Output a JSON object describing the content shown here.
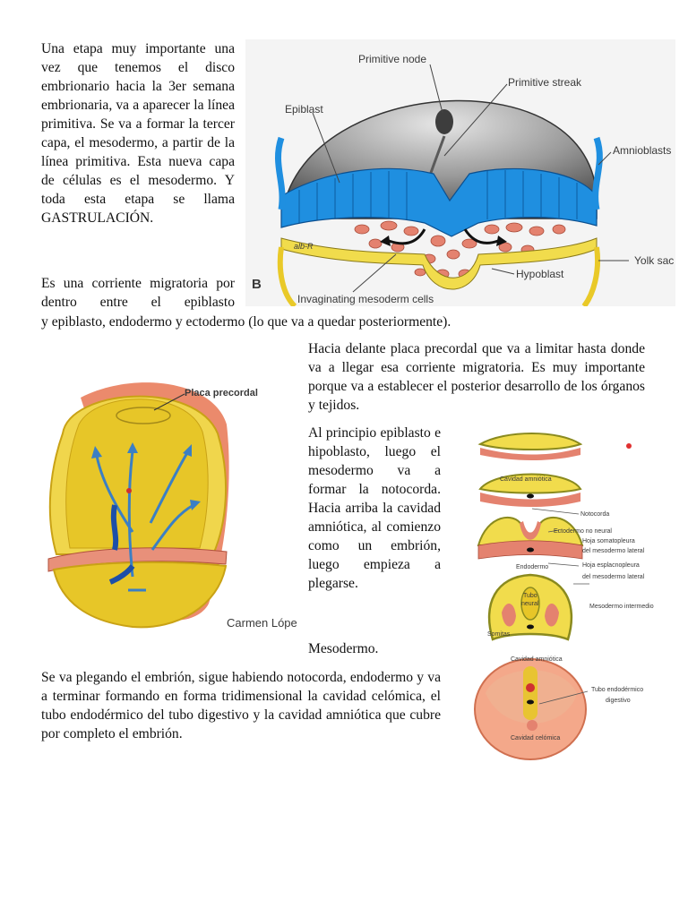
{
  "paragraphs": {
    "p1": "Una etapa muy importante una vez que tenemos el disco embrionario hacia la 3er semana embrionaria, va a aparecer la línea primitiva. Se va a formar la tercer capa, el mesodermo, a partir de la línea primitiva. Esta nueva capa de células es el mesodermo. Y toda esta etapa se llama GASTRULACIÓN.",
    "p2a": "Es una corriente migratoria por dentro entre el epiblasto",
    "p2b": "y epiblasto, endodermo y ectodermo (lo que va a quedar posteriormente).",
    "p3": "Hacia delante placa precordal que va a limitar hasta donde va a llegar esa corriente migratoria. Es muy importante porque va a establecer el posterior desarrollo de los órganos y tejidos.",
    "p4": "Al principio epiblasto e hipoblasto, luego el mesodermo va a formar la notocorda. Hacia arriba la cavidad amniótica, al comienzo como un embrión, luego empieza a plegarse.",
    "p5": "Mesodermo.",
    "p6": "Se va plegando el embrión, sigue habiendo notocorda, endodermo y va a terminar formando en forma tridimensional la cavidad celómica, el tubo endodérmico del tubo digestivo y la cavidad amniótica que cubre por completo el embrión."
  },
  "figure1": {
    "labels": {
      "primitive_node": "Primitive node",
      "primitive_streak": "Primitive streak",
      "epiblast": "Epiblast",
      "amnioblasts": "Amnioblasts",
      "yolk_sac": "Yolk sac",
      "hypoblast": "Hypoblast",
      "invaginating": "Invaginating mesoderm cells",
      "panel": "B",
      "signature": "alb-R"
    }
  },
  "figure2": {
    "label": "Placa precordal",
    "credit": "Carmen Lópe"
  },
  "figure3": {
    "labels": {
      "cavidad_amniotica": "Cavidad amniótica",
      "notocorda": "Notocorda",
      "ectodermo": "Ectodermo no neural",
      "somato1": "Hoja somatopleura",
      "somato2": "del mesodermo lateral",
      "endodermo": "Endodermo",
      "esplac1": "Hoja esplacnopleura",
      "esplac2": "del mesodermo lateral",
      "tubo_neural_1": "Tubo",
      "tubo_neural_2": "neural",
      "somitas": "Somitas",
      "intermedio": "Mesodermo intermedio",
      "cav_amn_2": "Cavidad amniótica",
      "tubo_endo_1": "Tubo endodérmico",
      "tubo_endo_2": "digestivo",
      "cav_celomica": "Cavidad celómica"
    }
  },
  "colors": {
    "ectoderm_blue": "#1f8fe0",
    "mesoderm_red": "#e4826f",
    "hypoblast_yellow": "#f1dc4c",
    "yolk_yellow": "#e9c928",
    "olive": "#8a8a1e"
  }
}
